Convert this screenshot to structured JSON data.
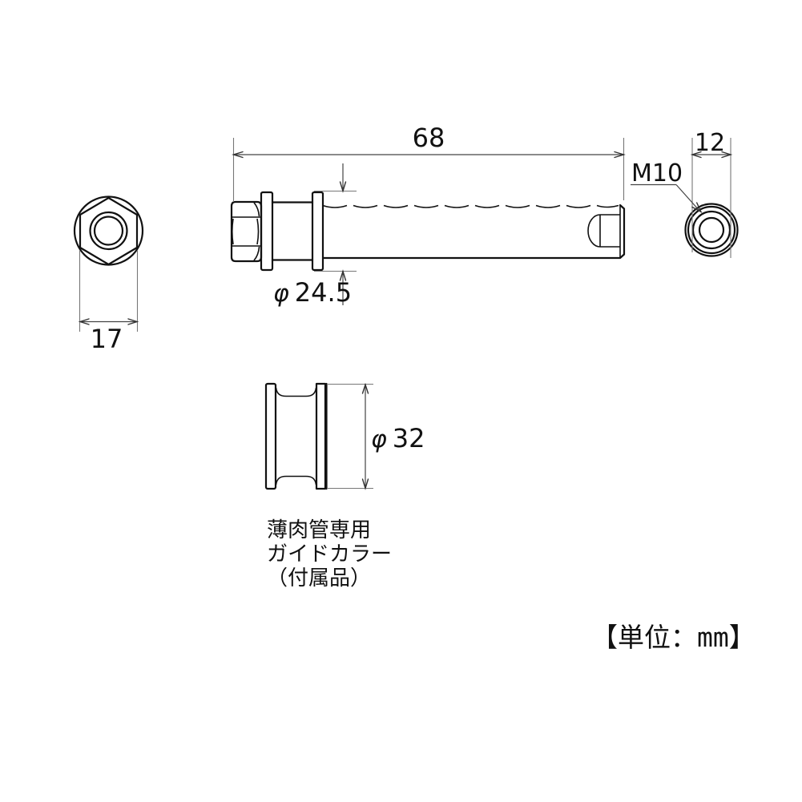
{
  "dims": {
    "overall_length": "68",
    "end_width": "12",
    "thread_spec": "M10",
    "dia_symbol": "φ",
    "flange_dia": "24.5",
    "across_flats": "17",
    "collar_dia": "32"
  },
  "caption": {
    "line1": "薄肉管専用",
    "line2": "ガイドカラー",
    "line3": "（付属品）"
  },
  "units": {
    "prefix": "【単位：",
    "value": "mm",
    "suffix": "】"
  },
  "colors": {
    "outline": "#111111",
    "dimension_line": "#444444",
    "extension_line": "#777777",
    "background": "#ffffff"
  }
}
